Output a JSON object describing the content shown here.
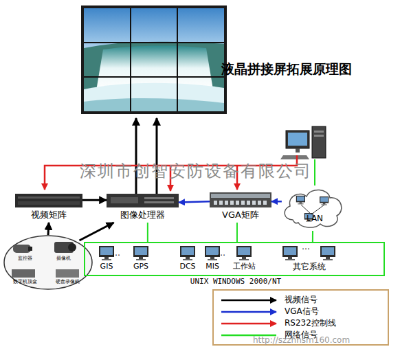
{
  "diagram": {
    "title": "液晶拼接屏拓展原理图",
    "nodes": [
      {
        "text": [
          "视频矩阵"
        ]
      },
      {
        "text": [
          "图像处理器"
        ]
      },
      {
        "text": [
          "VGA矩阵"
        ]
      },
      {
        "text": [
          "LAN"
        ]
      },
      {
        "text": [
          "监控器",
          "摄像机",
          "数字机顶盒",
          "硬盘录像机"
        ]
      },
      {
        "text": [
          "UNIX WINDOWS 2000/NT"
        ]
      },
      {
        "text": [
          "GIS"
        ],
        "in": 5
      },
      {
        "text": [
          "GPS"
        ],
        "in": 5
      },
      {
        "text": [
          "DCS"
        ],
        "in": 5
      },
      {
        "text": [
          "MIS"
        ],
        "in": 5
      },
      {
        "text": [
          "工作站"
        ],
        "in": 5
      },
      {
        "text": [
          "其它系统"
        ],
        "in": 5
      }
    ],
    "edges": [
      {
        "from": 0,
        "to": 1,
        "arrow": "to"
      },
      {
        "from": 4,
        "to": 0,
        "arrow": "to"
      },
      {
        "from": 4,
        "to": 1,
        "arrow": "to"
      },
      {
        "from": 2,
        "to": 1,
        "arrow": "to"
      },
      {
        "from": 3,
        "to": 2,
        "arrow": "to"
      },
      {
        "from": 5,
        "to": 1,
        "arrow": "none"
      },
      {
        "from": 5,
        "to": 2,
        "arrow": "none"
      },
      {
        "from": 5,
        "to": 3,
        "arrow": "none"
      }
    ],
    "labels": [
      "深圳市创智安防设备有限公司",
      "…",
      "…",
      "…",
      "http://szzhhsm160.com"
    ],
    "legend": [
      {
        "text": "视频信号"
      },
      {
        "text": "VGA信号"
      },
      {
        "text": "RS232控制线"
      },
      {
        "text": "网络信号"
      }
    ]
  }
}
